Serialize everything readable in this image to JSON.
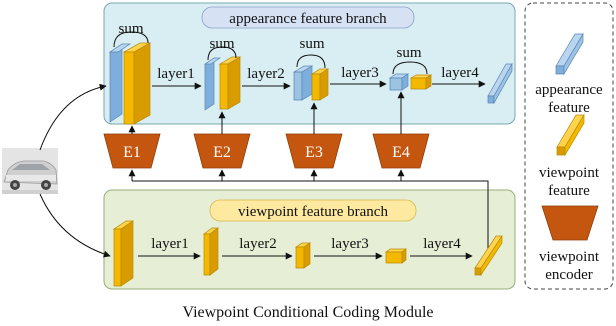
{
  "appearance_branch": {
    "title": "appearance feature branch",
    "sum_label": "sum",
    "layers": [
      "layer1",
      "layer2",
      "layer3",
      "layer4"
    ]
  },
  "viewpoint_branch": {
    "title": "viewpoint feature branch",
    "layers": [
      "layer1",
      "layer2",
      "layer3",
      "layer4"
    ]
  },
  "encoders": [
    "E1",
    "E2",
    "E3",
    "E4"
  ],
  "legend": {
    "appearance": [
      "appearance",
      "feature"
    ],
    "viewpoint": [
      "viewpoint",
      "feature"
    ],
    "encoder": [
      "viewpoint",
      "encoder"
    ]
  },
  "caption": "Viewpoint Conditional Coding Module",
  "colors": {
    "appearance_panel": "#d8eef2",
    "viewpoint_panel": "#e6efd6",
    "appearance_block": "#9cc2e4",
    "viewpoint_block": "#f4b800",
    "encoder": "#c5560f",
    "title_pill": "#d6e2f4",
    "viewpoint_pill": "#fde9a0"
  }
}
